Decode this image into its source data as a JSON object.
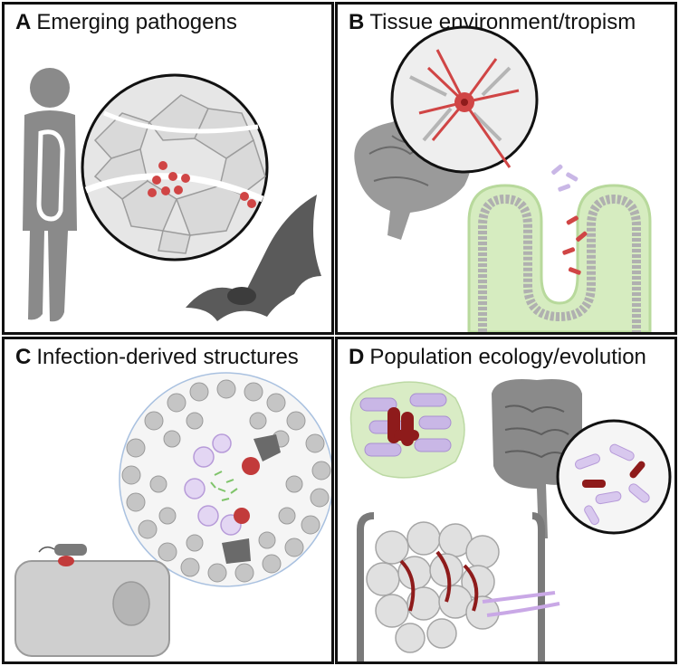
{
  "panels": [
    {
      "letter": "A",
      "title": "Emerging pathogens"
    },
    {
      "letter": "B",
      "title": "Tissue environment/tropism"
    },
    {
      "letter": "C",
      "title": "Infection-derived structures"
    },
    {
      "letter": "D",
      "title": "Population ecology/evolution"
    }
  ],
  "colors": {
    "border": "#111111",
    "gray": "#8a8a8a",
    "light_gray": "#d4d4d4",
    "red": "#c23b3b",
    "dark_red": "#8e1b1b",
    "purple": "#c9b7e6",
    "green": "#cfe8b6"
  }
}
